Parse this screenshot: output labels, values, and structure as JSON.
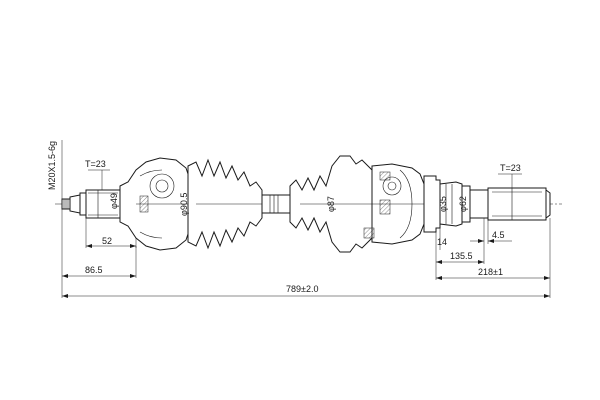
{
  "thread_spec": "M20X1.5-6g",
  "teeth_outer": "T=23",
  "teeth_inner": "T=23",
  "dia_outer_shaft": "φ49",
  "dia_outer_joint": "φ90.5",
  "dia_inner_boot": "φ87",
  "dia_inner_joint": "φ35",
  "dia_inner_flange": "φ62",
  "dim_outer_stub": "52",
  "dim_outer_total": "86.5",
  "dim_overall": "789±2.0",
  "dim_inner_small": "14",
  "dim_inner_mid": "135.5",
  "dim_inner_spline": "4.5",
  "dim_inner_total": "218±1"
}
